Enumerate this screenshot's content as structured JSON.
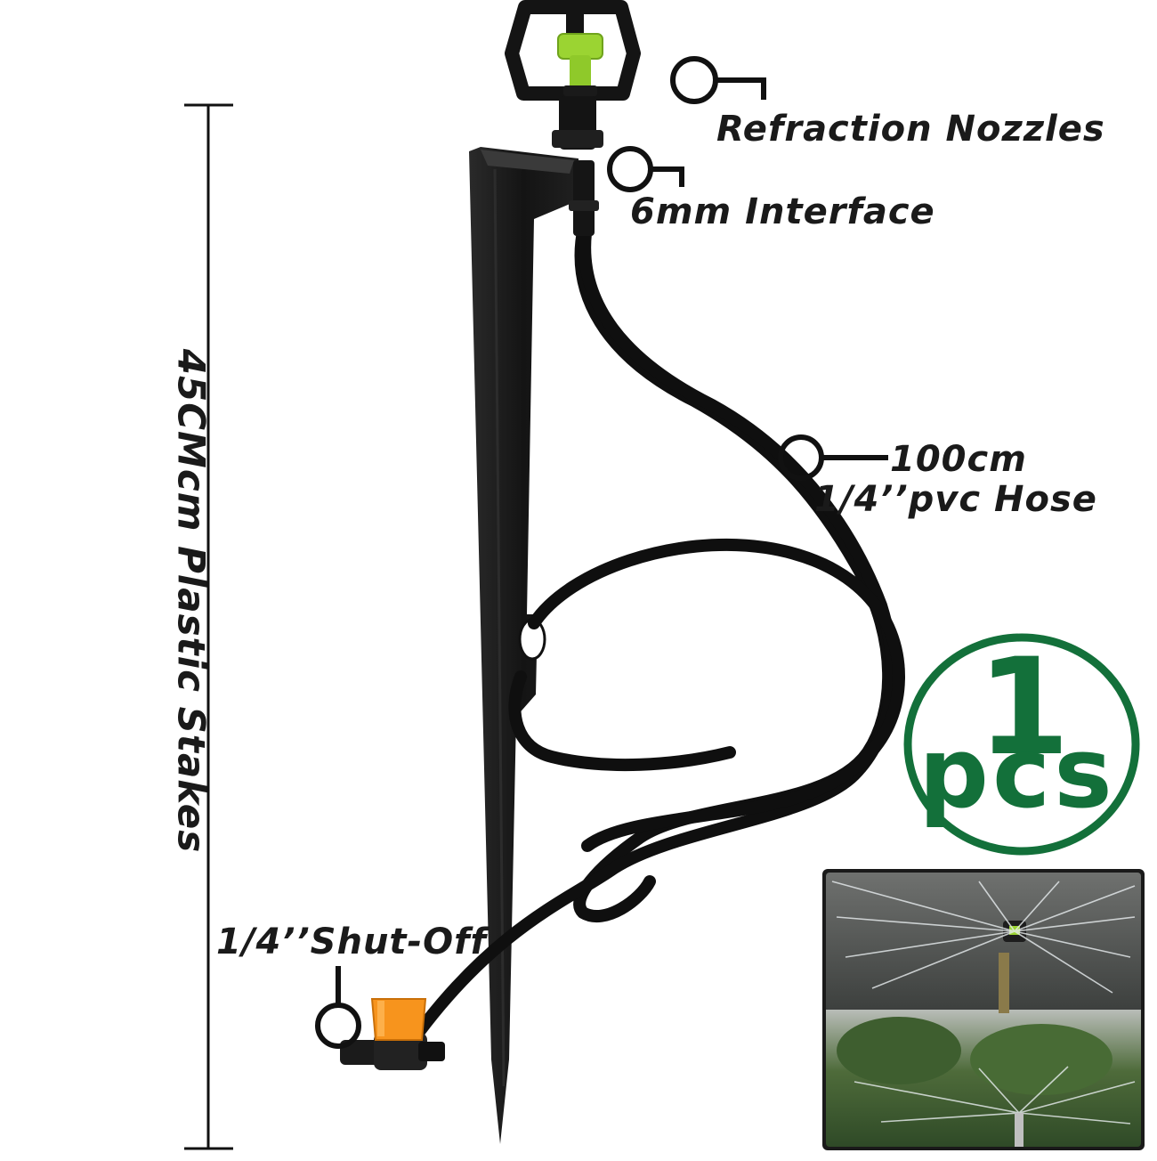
{
  "labels": {
    "nozzle": "Refraction Nozzles",
    "interface": "6mm Interface",
    "hose_length": "100cm",
    "hose_type": "1/4’’pvc Hose",
    "shutoff": "1/4’’Shut-Off",
    "stake": "45CMcm Plastic Stakes"
  },
  "badge": {
    "count": "1",
    "unit": "pcs"
  },
  "colors": {
    "badge_green": "#13703a",
    "nozzle_green": "#9bd432",
    "valve_orange": "#f7941d",
    "stake_black": "#161616"
  }
}
